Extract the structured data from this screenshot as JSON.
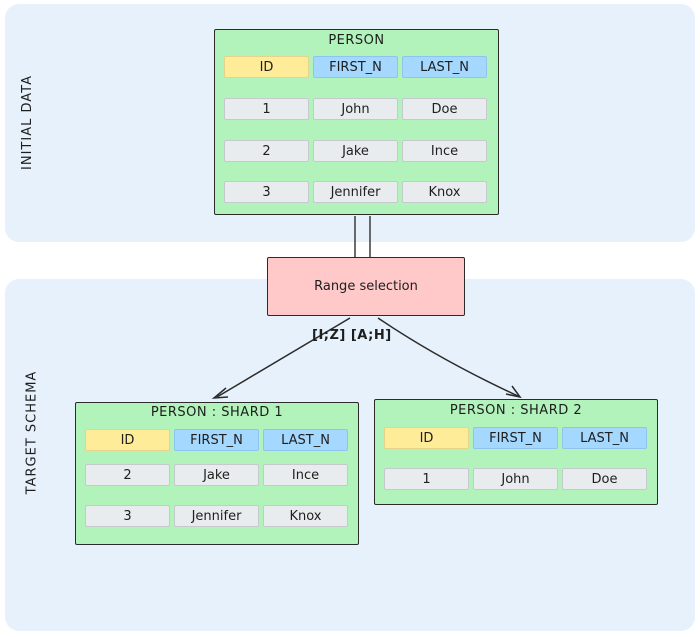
{
  "zones": {
    "initial_label": "INITIAL DATA",
    "target_label": "TARGET SCHEMA"
  },
  "columns": [
    "ID",
    "FIRST_N",
    "LAST_N"
  ],
  "source_table": {
    "title": "PERSON",
    "rows": [
      [
        "1",
        "John",
        "Doe"
      ],
      [
        "2",
        "Jake",
        "Ince"
      ],
      [
        "3",
        "Jennifer",
        "Knox"
      ]
    ]
  },
  "process": {
    "label": "Range selection",
    "ranges_text": "[I;Z] [A;H]"
  },
  "shard1": {
    "title": "PERSON : SHARD 1",
    "rows": [
      [
        "2",
        "Jake",
        "Ince"
      ],
      [
        "3",
        "Jennifer",
        "Knox"
      ]
    ]
  },
  "shard2": {
    "title": "PERSON : SHARD 2",
    "rows": [
      [
        "1",
        "John",
        "Doe"
      ]
    ]
  },
  "colors": {
    "table_fill": "#b2f2bb",
    "process_fill": "#ffc9c9",
    "id_header": "#ffec99",
    "column_header": "#a5d8ff",
    "zone_fill": "#e7f1fb"
  }
}
